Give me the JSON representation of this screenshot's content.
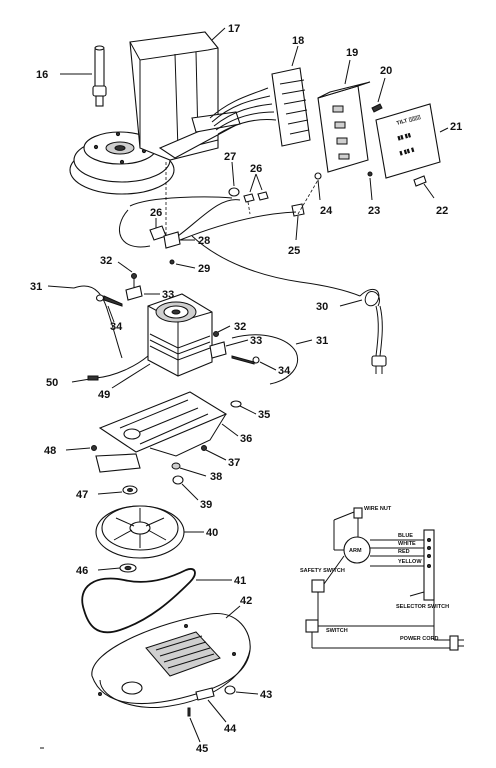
{
  "callouts": [
    {
      "id": "c16",
      "text": "16"
    },
    {
      "id": "c17",
      "text": "17"
    },
    {
      "id": "c18",
      "text": "18"
    },
    {
      "id": "c19",
      "text": "19"
    },
    {
      "id": "c20",
      "text": "20"
    },
    {
      "id": "c21",
      "text": "21"
    },
    {
      "id": "c22",
      "text": "22"
    },
    {
      "id": "c23",
      "text": "23"
    },
    {
      "id": "c24",
      "text": "24"
    },
    {
      "id": "c25",
      "text": "25"
    },
    {
      "id": "c26a",
      "text": "26"
    },
    {
      "id": "c26b",
      "text": "26"
    },
    {
      "id": "c27",
      "text": "27"
    },
    {
      "id": "c28",
      "text": "28"
    },
    {
      "id": "c29",
      "text": "29"
    },
    {
      "id": "c30",
      "text": "30"
    },
    {
      "id": "c31a",
      "text": "31"
    },
    {
      "id": "c31b",
      "text": "31"
    },
    {
      "id": "c32a",
      "text": "32"
    },
    {
      "id": "c32b",
      "text": "32"
    },
    {
      "id": "c33a",
      "text": "33"
    },
    {
      "id": "c33b",
      "text": "33"
    },
    {
      "id": "c34a",
      "text": "34"
    },
    {
      "id": "c34b",
      "text": "34"
    },
    {
      "id": "c35",
      "text": "35"
    },
    {
      "id": "c36",
      "text": "36"
    },
    {
      "id": "c37",
      "text": "37"
    },
    {
      "id": "c38",
      "text": "38"
    },
    {
      "id": "c39",
      "text": "39"
    },
    {
      "id": "c40",
      "text": "40"
    },
    {
      "id": "c41",
      "text": "41"
    },
    {
      "id": "c42",
      "text": "42"
    },
    {
      "id": "c43",
      "text": "43"
    },
    {
      "id": "c44",
      "text": "44"
    },
    {
      "id": "c45",
      "text": "45"
    },
    {
      "id": "c46",
      "text": "46"
    },
    {
      "id": "c47",
      "text": "47"
    },
    {
      "id": "c48",
      "text": "48"
    },
    {
      "id": "c49",
      "text": "49"
    },
    {
      "id": "c50",
      "text": "50"
    }
  ],
  "wiring": {
    "wire_nut": "WIRE NUT",
    "blue": "BLUE",
    "white": "WHITE",
    "red": "RED",
    "yellow": "YELLOW",
    "safety_switch": "SAFETY SWITCH",
    "switch": "SWITCH",
    "selector_switch": "SELECTOR SWITCH",
    "power_cord": "POWER CORD",
    "motor": "ARM"
  }
}
